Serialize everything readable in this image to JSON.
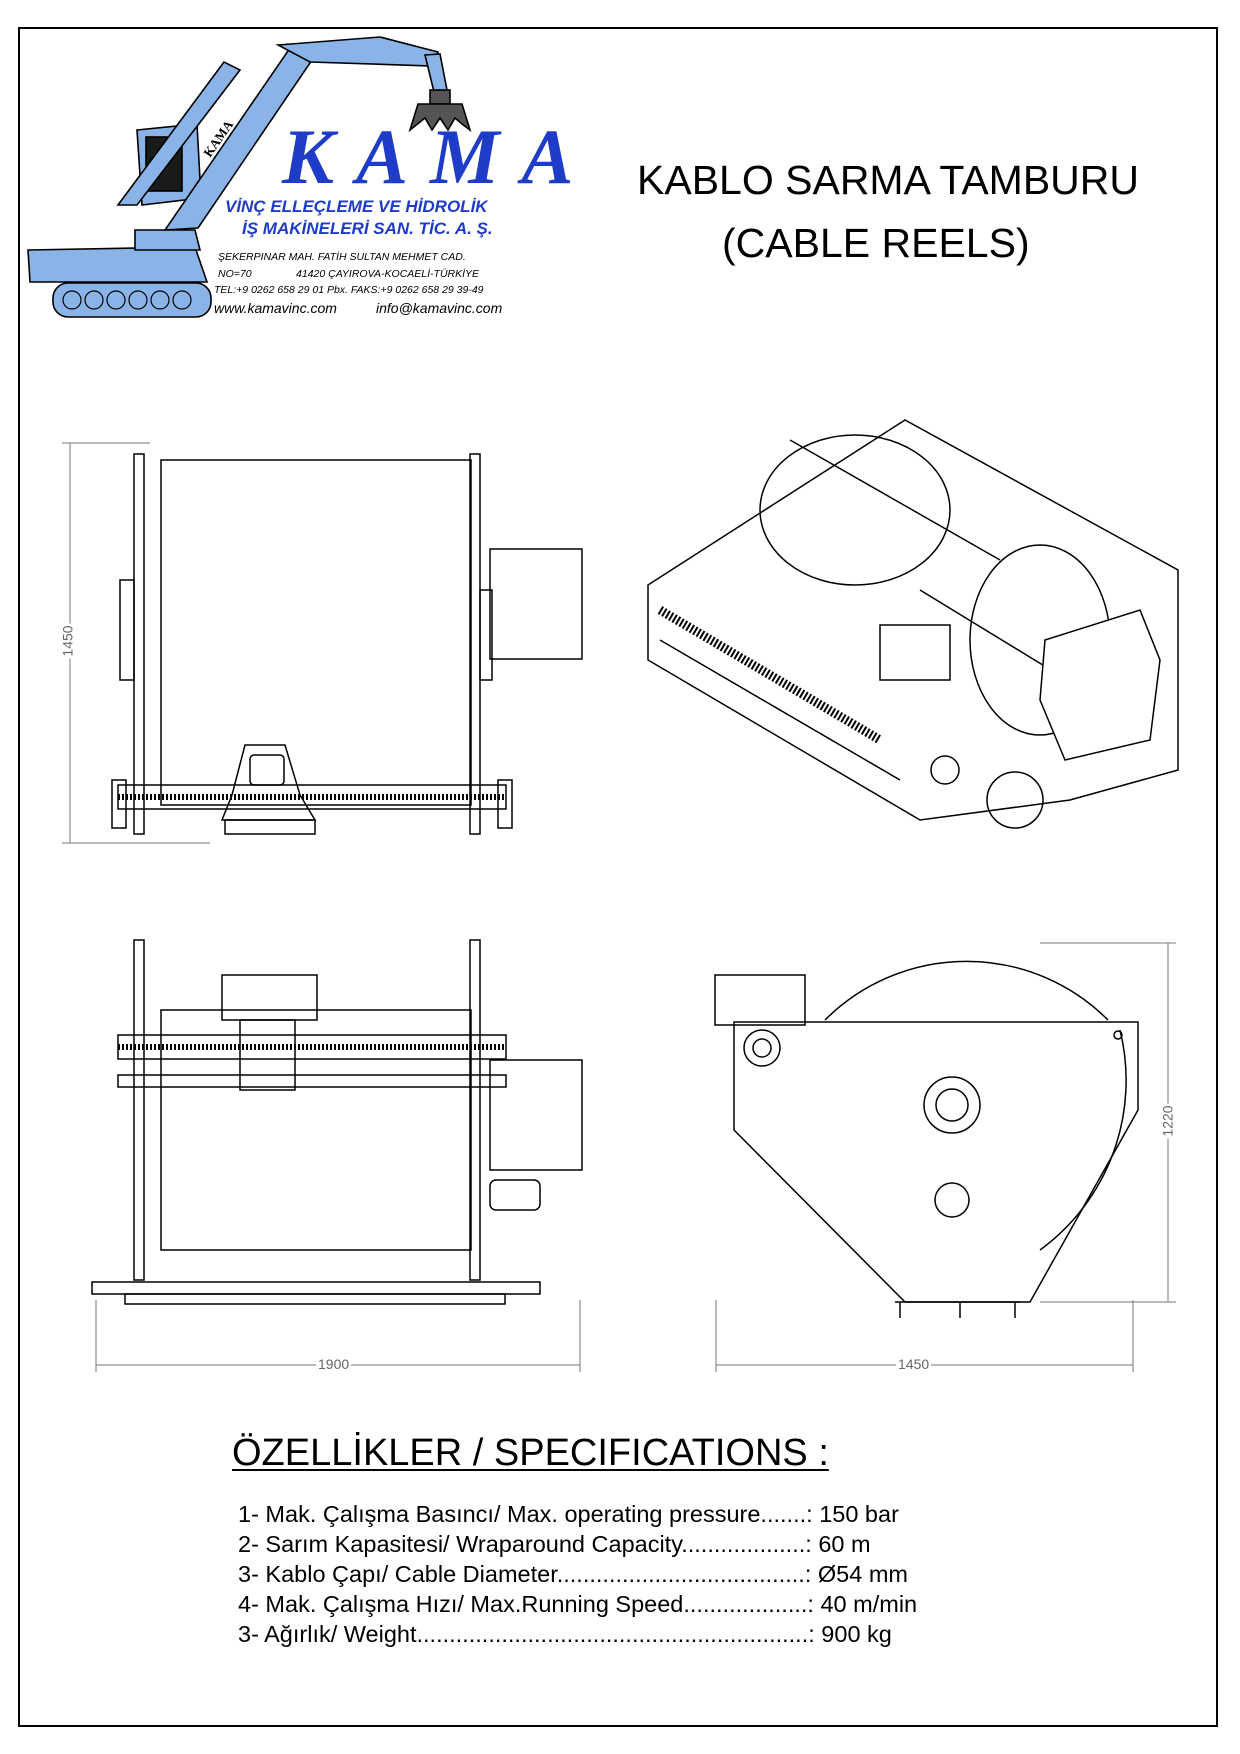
{
  "company": {
    "brand": "KAMA",
    "name_line1": "VİNÇ ELLEÇLEME VE HİDROLİK",
    "name_line2": "İŞ MAKİNELERİ SAN. TİC. A. Ş.",
    "address_line1": "ŞEKERPINAR MAH. FATİH SULTAN MEHMET CAD.",
    "address_no": "NO=70",
    "address_city": "41420 ÇAYIROVA-KOCAELİ-TÜRKİYE",
    "phone": "TEL:+9 0262 658 29 01 Pbx. FAKS:+9 0262 658 29 39-49",
    "website": "www.kamavinc.com",
    "email": "info@kamavinc.com",
    "boom_text": "KAMA"
  },
  "title": {
    "line1": "KABLO SARMA TAMBURU",
    "line2": "(CABLE REELS)"
  },
  "dimensions": {
    "front_height": "1450",
    "bottom_width": "1900",
    "side_height": "1220",
    "side_width": "1450"
  },
  "specifications": {
    "heading": "ÖZELLİKLER / SPECIFICATIONS :",
    "items": [
      "1- Mak. Çalışma Basıncı/ Max. operating pressure.......: 150 bar",
      "2- Sarım Kapasitesi/ Wraparound Capacity...................: 60 m",
      "3- Kablo Çapı/ Cable Diameter......................................: Ø54 mm",
      "4- Mak. Çalışma Hızı/ Max.Running Speed...................: 40 m/min",
      "3- Ağırlık/ Weight............................................................: 900 kg"
    ]
  },
  "colors": {
    "brand_blue": "#1e3cc8",
    "crane_blue": "#8ab4e8",
    "line": "#000000",
    "dim_line": "#777777"
  }
}
